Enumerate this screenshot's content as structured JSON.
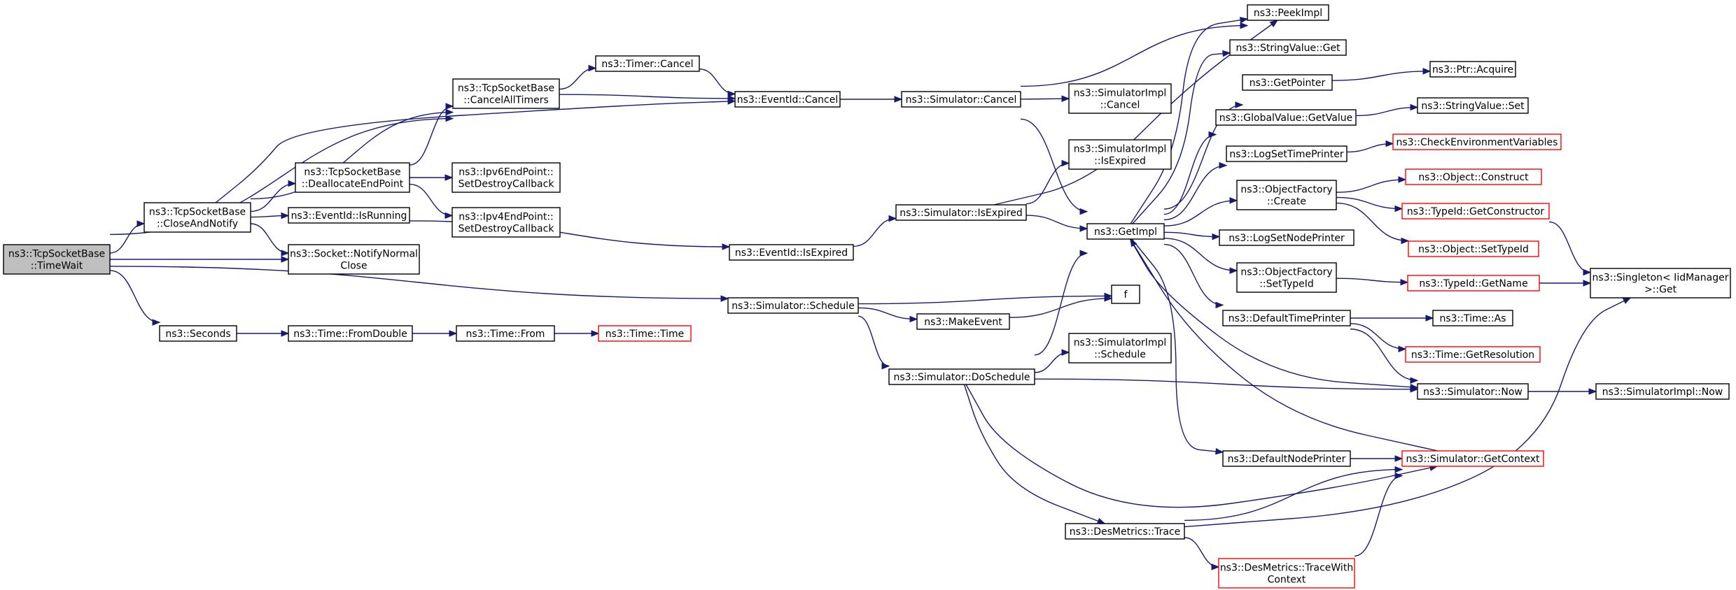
{
  "graph": {
    "nodes": [
      {
        "id": "timewait",
        "lines": [
          "ns3::TcpSocketBase",
          "::TimeWait"
        ],
        "style": "current"
      },
      {
        "id": "closeandnotify",
        "lines": [
          "ns3::TcpSocketBase",
          "::CloseAndNotify"
        ]
      },
      {
        "id": "cancelalltimers",
        "lines": [
          "ns3::TcpSocketBase",
          "::CancelAllTimers"
        ]
      },
      {
        "id": "deallocateendpoint",
        "lines": [
          "ns3::TcpSocketBase",
          "::DeallocateEndPoint"
        ]
      },
      {
        "id": "eventid_isrunning",
        "lines": [
          "ns3::EventId::IsRunning"
        ]
      },
      {
        "id": "notifynormalclose",
        "lines": [
          "ns3::Socket::NotifyNormal",
          "Close"
        ]
      },
      {
        "id": "seconds",
        "lines": [
          "ns3::Seconds"
        ]
      },
      {
        "id": "timer_cancel",
        "lines": [
          "ns3::Timer::Cancel"
        ]
      },
      {
        "id": "eventid_cancel",
        "lines": [
          "ns3::EventId::Cancel"
        ]
      },
      {
        "id": "ipv6_setdestroy",
        "lines": [
          "ns3::Ipv6EndPoint::",
          "SetDestroyCallback"
        ]
      },
      {
        "id": "ipv4_setdestroy",
        "lines": [
          "ns3::Ipv4EndPoint::",
          "SetDestroyCallback"
        ]
      },
      {
        "id": "eventid_isexpired",
        "lines": [
          "ns3::EventId::IsExpired"
        ]
      },
      {
        "id": "time_fromdouble",
        "lines": [
          "ns3::Time::FromDouble"
        ]
      },
      {
        "id": "time_from",
        "lines": [
          "ns3::Time::From"
        ]
      },
      {
        "id": "time_time",
        "lines": [
          "ns3::Time::Time"
        ],
        "style": "red"
      },
      {
        "id": "sim_cancel",
        "lines": [
          "ns3::Simulator::Cancel"
        ]
      },
      {
        "id": "sim_isexpired",
        "lines": [
          "ns3::Simulator::IsExpired"
        ]
      },
      {
        "id": "sim_schedule",
        "lines": [
          "ns3::Simulator::Schedule"
        ]
      },
      {
        "id": "makeevent",
        "lines": [
          "ns3::MakeEvent"
        ]
      },
      {
        "id": "sim_doschedule",
        "lines": [
          "ns3::Simulator::DoSchedule"
        ]
      },
      {
        "id": "simimpl_cancel",
        "lines": [
          "ns3::SimulatorImpl",
          "::Cancel"
        ]
      },
      {
        "id": "simimpl_isexpired",
        "lines": [
          "ns3::SimulatorImpl",
          "::IsExpired"
        ]
      },
      {
        "id": "simimpl_schedule",
        "lines": [
          "ns3::SimulatorImpl",
          "::Schedule"
        ]
      },
      {
        "id": "getimpl",
        "lines": [
          "ns3::GetImpl"
        ]
      },
      {
        "id": "f",
        "lines": [
          "f"
        ]
      },
      {
        "id": "desmetrics_trace",
        "lines": [
          "ns3::DesMetrics::Trace"
        ]
      },
      {
        "id": "desmetrics_tracewith",
        "lines": [
          "ns3::DesMetrics::TraceWith",
          "Context"
        ],
        "style": "red"
      },
      {
        "id": "peekimpl",
        "lines": [
          "ns3::PeekImpl"
        ]
      },
      {
        "id": "stringvalue_get",
        "lines": [
          "ns3::StringValue::Get"
        ]
      },
      {
        "id": "getpointer",
        "lines": [
          "ns3::GetPointer"
        ]
      },
      {
        "id": "globalvalue_getvalue",
        "lines": [
          "ns3::GlobalValue::GetValue"
        ]
      },
      {
        "id": "logsettimeprinter",
        "lines": [
          "ns3::LogSetTimePrinter"
        ]
      },
      {
        "id": "objectfactory_create",
        "lines": [
          "ns3::ObjectFactory",
          "::Create"
        ]
      },
      {
        "id": "logsetnodeprinter",
        "lines": [
          "ns3::LogSetNodePrinter"
        ]
      },
      {
        "id": "objectfactory_settypeid",
        "lines": [
          "ns3::ObjectFactory",
          "::SetTypeId"
        ]
      },
      {
        "id": "defaulttimeprinter",
        "lines": [
          "ns3::DefaultTimePrinter"
        ]
      },
      {
        "id": "defaultnodeprinter",
        "lines": [
          "ns3::DefaultNodePrinter"
        ]
      },
      {
        "id": "ptr_acquire",
        "lines": [
          "ns3::Ptr::Acquire"
        ]
      },
      {
        "id": "stringvalue_set",
        "lines": [
          "ns3::StringValue::Set"
        ]
      },
      {
        "id": "checkenv",
        "lines": [
          "ns3::CheckEnvironmentVariables"
        ],
        "style": "red"
      },
      {
        "id": "object_construct",
        "lines": [
          "ns3::Object::Construct"
        ],
        "style": "red"
      },
      {
        "id": "typeid_getconstructor",
        "lines": [
          "ns3::TypeId::GetConstructor"
        ],
        "style": "red"
      },
      {
        "id": "object_settypeid",
        "lines": [
          "ns3::Object::SetTypeId"
        ],
        "style": "red"
      },
      {
        "id": "typeid_getname",
        "lines": [
          "ns3::TypeId::GetName"
        ],
        "style": "red"
      },
      {
        "id": "time_as",
        "lines": [
          "ns3::Time::As"
        ]
      },
      {
        "id": "time_getresolution",
        "lines": [
          "ns3::Time::GetResolution"
        ],
        "style": "red"
      },
      {
        "id": "sim_now",
        "lines": [
          "ns3::Simulator::Now"
        ]
      },
      {
        "id": "sim_getcontext",
        "lines": [
          "ns3::Simulator::GetContext"
        ],
        "style": "red"
      },
      {
        "id": "singleton_get",
        "lines": [
          "ns3::Singleton< IidManager",
          ">::Get"
        ]
      },
      {
        "id": "simimpl_now",
        "lines": [
          "ns3::SimulatorImpl::Now"
        ]
      }
    ],
    "edges": [
      [
        "timewait",
        "cancelalltimers"
      ],
      [
        "timewait",
        "closeandnotify"
      ],
      [
        "timewait",
        "notifynormalclose"
      ],
      [
        "timewait",
        "sim_schedule"
      ],
      [
        "timewait",
        "seconds"
      ],
      [
        "closeandnotify",
        "cancelalltimers"
      ],
      [
        "closeandnotify",
        "deallocateendpoint"
      ],
      [
        "closeandnotify",
        "eventid_isrunning"
      ],
      [
        "closeandnotify",
        "notifynormalclose"
      ],
      [
        "closeandnotify",
        "eventid_cancel"
      ],
      [
        "cancelalltimers",
        "timer_cancel"
      ],
      [
        "cancelalltimers",
        "eventid_cancel"
      ],
      [
        "deallocateendpoint",
        "cancelalltimers"
      ],
      [
        "deallocateendpoint",
        "ipv6_setdestroy"
      ],
      [
        "deallocateendpoint",
        "ipv4_setdestroy"
      ],
      [
        "eventid_isrunning",
        "eventid_isexpired"
      ],
      [
        "timer_cancel",
        "eventid_cancel"
      ],
      [
        "eventid_cancel",
        "sim_cancel"
      ],
      [
        "eventid_isexpired",
        "sim_isexpired"
      ],
      [
        "seconds",
        "time_fromdouble"
      ],
      [
        "time_fromdouble",
        "time_from"
      ],
      [
        "time_from",
        "time_time"
      ],
      [
        "sim_cancel",
        "simimpl_cancel"
      ],
      [
        "sim_cancel",
        "getimpl"
      ],
      [
        "sim_cancel",
        "peekimpl"
      ],
      [
        "sim_isexpired",
        "simimpl_isexpired"
      ],
      [
        "sim_isexpired",
        "getimpl"
      ],
      [
        "sim_isexpired",
        "peekimpl"
      ],
      [
        "sim_schedule",
        "f"
      ],
      [
        "sim_schedule",
        "makeevent"
      ],
      [
        "sim_schedule",
        "sim_doschedule"
      ],
      [
        "makeevent",
        "f"
      ],
      [
        "sim_doschedule",
        "simimpl_schedule"
      ],
      [
        "sim_doschedule",
        "getimpl"
      ],
      [
        "sim_doschedule",
        "sim_now"
      ],
      [
        "sim_doschedule",
        "desmetrics_trace"
      ],
      [
        "sim_doschedule",
        "sim_getcontext"
      ],
      [
        "getimpl",
        "peekimpl"
      ],
      [
        "getimpl",
        "stringvalue_get"
      ],
      [
        "getimpl",
        "getpointer"
      ],
      [
        "getimpl",
        "globalvalue_getvalue"
      ],
      [
        "getimpl",
        "logsettimeprinter"
      ],
      [
        "getimpl",
        "objectfactory_create"
      ],
      [
        "getimpl",
        "logsetnodeprinter"
      ],
      [
        "getimpl",
        "objectfactory_settypeid"
      ],
      [
        "getimpl",
        "defaulttimeprinter"
      ],
      [
        "getimpl",
        "defaultnodeprinter"
      ],
      [
        "getimpl",
        "sim_now"
      ],
      [
        "getpointer",
        "ptr_acquire"
      ],
      [
        "globalvalue_getvalue",
        "stringvalue_set"
      ],
      [
        "logsettimeprinter",
        "checkenv"
      ],
      [
        "objectfactory_create",
        "object_construct"
      ],
      [
        "objectfactory_create",
        "typeid_getconstructor"
      ],
      [
        "objectfactory_create",
        "object_settypeid"
      ],
      [
        "objectfactory_settypeid",
        "typeid_getname"
      ],
      [
        "typeid_getconstructor",
        "singleton_get"
      ],
      [
        "typeid_getname",
        "singleton_get"
      ],
      [
        "defaulttimeprinter",
        "time_as"
      ],
      [
        "defaulttimeprinter",
        "time_getresolution"
      ],
      [
        "defaulttimeprinter",
        "sim_now"
      ],
      [
        "defaultnodeprinter",
        "sim_getcontext"
      ],
      [
        "sim_getcontext",
        "getimpl"
      ],
      [
        "sim_now",
        "simimpl_now"
      ],
      [
        "desmetrics_trace",
        "desmetrics_tracewith"
      ],
      [
        "desmetrics_trace",
        "sim_getcontext"
      ],
      [
        "desmetrics_trace",
        "singleton_get"
      ],
      [
        "desmetrics_tracewith",
        "sim_getcontext"
      ]
    ]
  }
}
